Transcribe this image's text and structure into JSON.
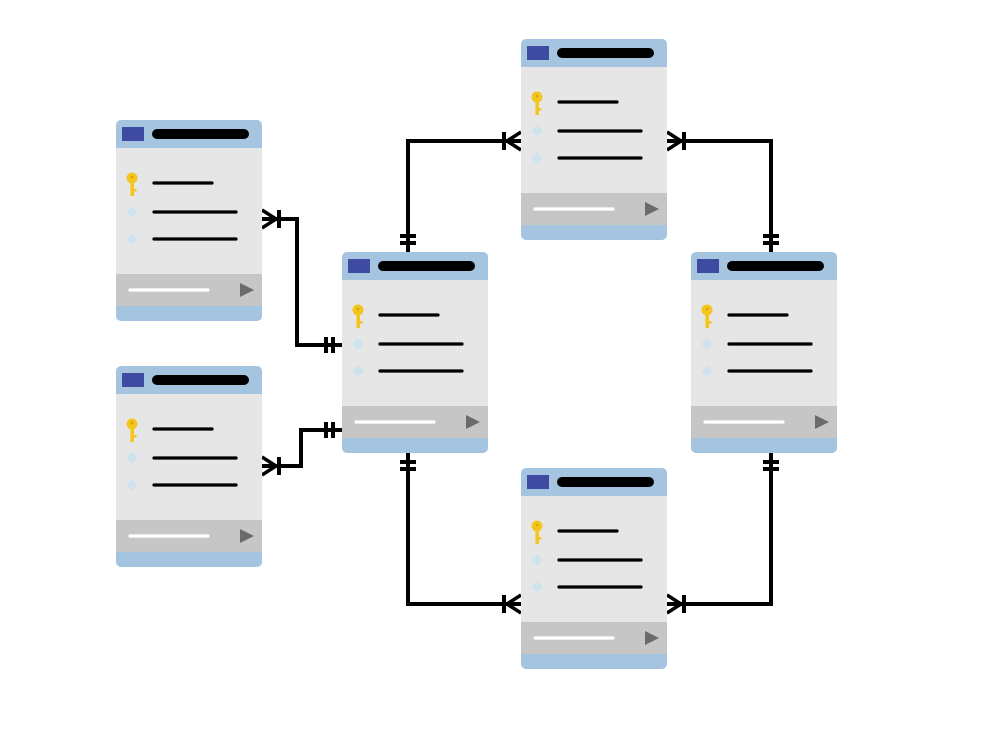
{
  "colors": {
    "background": "#ffffff",
    "header_band": "#a4c4df",
    "header_badge": "#3f4ba0",
    "header_bar": "#000000",
    "body": "#e6e6e6",
    "footer": "#c6c6c6",
    "footer_line": "#ffffff",
    "play_triangle": "#6b6b6b",
    "key_icon": "#f2c61f",
    "diamond_icon": "#cfe3ee",
    "field_line": "#000000",
    "connector": "#000000"
  },
  "tables": [
    {
      "id": "top-left-table",
      "fields": [
        "key-icon",
        "diamond-icon",
        "diamond-icon"
      ]
    },
    {
      "id": "bottom-left-table",
      "fields": [
        "key-icon",
        "diamond-icon",
        "diamond-icon"
      ]
    },
    {
      "id": "center-table",
      "fields": [
        "key-icon",
        "diamond-icon",
        "diamond-icon"
      ]
    },
    {
      "id": "top-table",
      "fields": [
        "key-icon",
        "diamond-icon",
        "diamond-icon"
      ]
    },
    {
      "id": "right-table",
      "fields": [
        "key-icon",
        "diamond-icon",
        "diamond-icon"
      ]
    },
    {
      "id": "bottom-table",
      "fields": [
        "key-icon",
        "diamond-icon",
        "diamond-icon"
      ]
    }
  ],
  "relationships": [
    {
      "from": "top-left-table",
      "to": "center-table",
      "from_end": "crow-foot-one",
      "to_end": "one"
    },
    {
      "from": "bottom-left-table",
      "to": "center-table",
      "from_end": "crow-foot-one",
      "to_end": "one"
    },
    {
      "from": "center-table",
      "to": "top-table",
      "from_end": "one",
      "to_end": "crow-foot-one"
    },
    {
      "from": "right-table",
      "to": "top-table",
      "from_end": "one",
      "to_end": "crow-foot-one"
    },
    {
      "from": "center-table",
      "to": "bottom-table",
      "from_end": "one",
      "to_end": "crow-foot-one"
    },
    {
      "from": "right-table",
      "to": "bottom-table",
      "from_end": "one",
      "to_end": "crow-foot-one"
    }
  ]
}
